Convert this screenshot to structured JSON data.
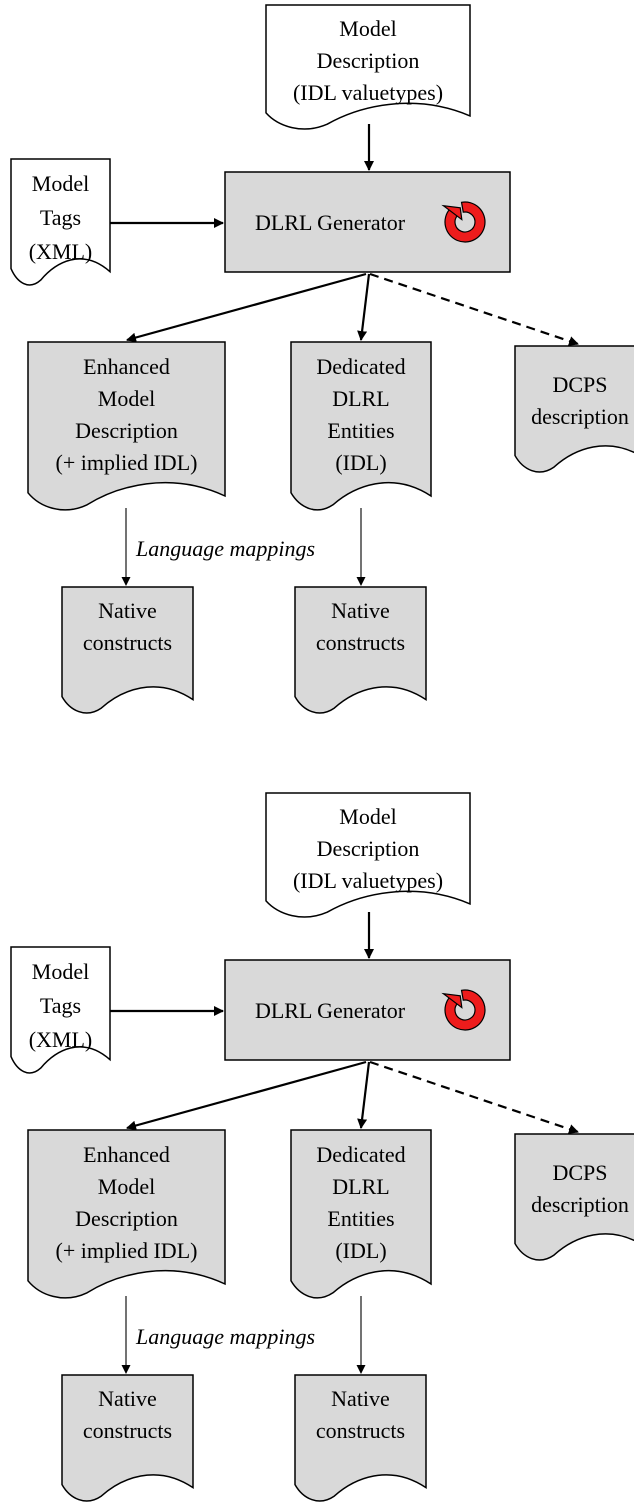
{
  "colors": {
    "box_fill": "#d9d9d9",
    "paper_fill": "#ffffff",
    "stroke": "#000000",
    "cycle_icon": "#ee1c1c"
  },
  "diagrams": [
    {
      "model_description": {
        "lines": [
          "Model",
          "Description",
          "(IDL valuetypes)"
        ]
      },
      "model_tags": {
        "lines": [
          "Model",
          "Tags",
          "(XML)"
        ]
      },
      "generator": {
        "label": "DLRL Generator",
        "icon": "cycle-arrow-icon"
      },
      "enhanced_model": {
        "lines": [
          "Enhanced",
          "Model",
          "Description",
          "(+ implied IDL)"
        ]
      },
      "dedicated_entities": {
        "lines": [
          "Dedicated",
          "DLRL",
          "Entities",
          "(IDL)"
        ]
      },
      "dcps_description": {
        "lines": [
          "DCPS",
          "description"
        ]
      },
      "language_mappings": "Language mappings",
      "native_left": {
        "lines": [
          "Native",
          "constructs"
        ]
      },
      "native_right": {
        "lines": [
          "Native",
          "constructs"
        ]
      }
    },
    {
      "model_description": {
        "lines": [
          "Model",
          "Description",
          "(IDL valuetypes)"
        ]
      },
      "model_tags": {
        "lines": [
          "Model",
          "Tags",
          "(XML)"
        ]
      },
      "generator": {
        "label": "DLRL Generator",
        "icon": "cycle-arrow-icon"
      },
      "enhanced_model": {
        "lines": [
          "Enhanced",
          "Model",
          "Description",
          "(+ implied IDL)"
        ]
      },
      "dedicated_entities": {
        "lines": [
          "Dedicated",
          "DLRL",
          "Entities",
          "(IDL)"
        ]
      },
      "dcps_description": {
        "lines": [
          "DCPS",
          "description"
        ]
      },
      "language_mappings": "Language mappings",
      "native_left": {
        "lines": [
          "Native",
          "constructs"
        ]
      },
      "native_right": {
        "lines": [
          "Native",
          "constructs"
        ]
      }
    }
  ]
}
